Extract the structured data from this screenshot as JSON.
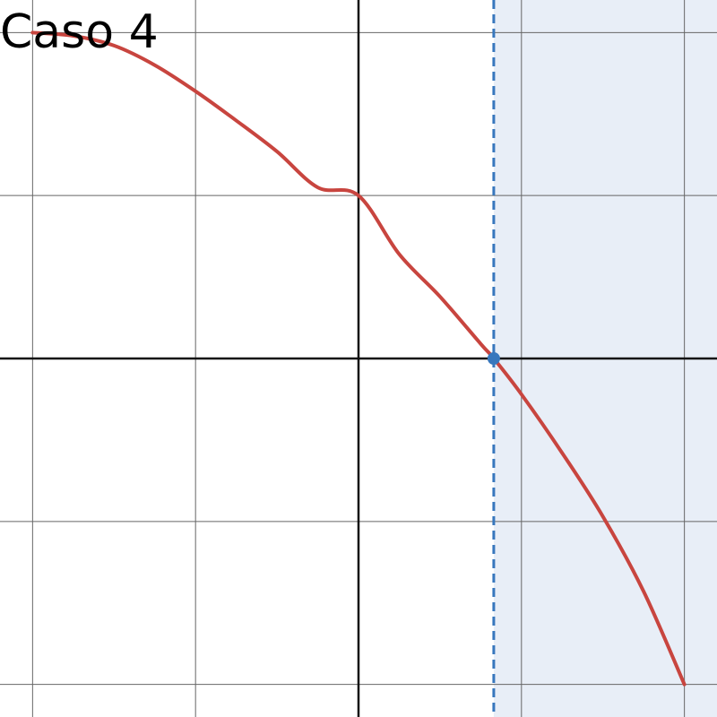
{
  "title": "Caso 4",
  "chart_data": {
    "type": "line",
    "title": "Caso 4",
    "xlabel": "",
    "ylabel": "",
    "xlim": [
      -2.2,
      2.2
    ],
    "ylim": [
      -2.2,
      2.2
    ],
    "grid": true,
    "grid_step": 1,
    "series": [
      {
        "x": [
          -2,
          -1.75,
          -1.5,
          -1.25,
          -1,
          -0.75,
          -0.5,
          -0.25,
          0,
          0.25,
          0.5,
          0.75,
          0.83,
          1,
          1.25,
          1.5,
          1.75,
          2
        ],
        "y": [
          2.0,
          1.98,
          1.92,
          1.8,
          1.64,
          1.46,
          1.27,
          1.05,
          1.0,
          0.64,
          0.38,
          0.09,
          0.0,
          -0.22,
          -0.58,
          -0.97,
          -1.43,
          -2.0
        ],
        "color": "#c8453f"
      }
    ],
    "point": {
      "x": 0.83,
      "y": 0.0,
      "color": "#3777bd"
    },
    "vline": {
      "x": 0.83,
      "style": "dashed",
      "color": "#3777bd"
    },
    "shaded_region": {
      "x_from": 0.83,
      "x_to": 2.2,
      "color": "#e8eef7"
    }
  }
}
